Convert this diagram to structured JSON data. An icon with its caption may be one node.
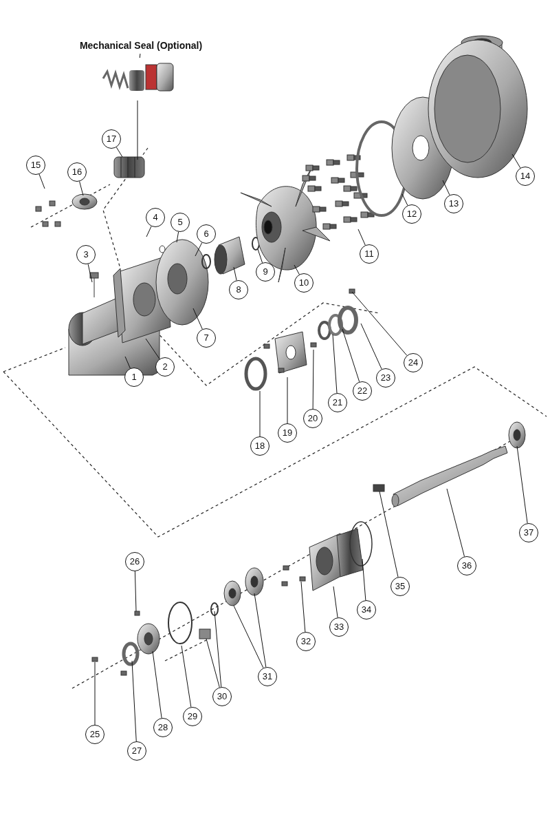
{
  "diagram": {
    "nodes": [
      {
        "text": [
          "Mechanical Seal (Optional)"
        ]
      },
      {
        "text": [],
        "shape": "picture"
      },
      {
        "text": [
          "1"
        ]
      },
      {
        "text": [
          "2"
        ]
      },
      {
        "text": [
          "3"
        ]
      },
      {
        "text": [
          "4"
        ]
      },
      {
        "text": [
          "5"
        ]
      },
      {
        "text": [
          "6"
        ]
      },
      {
        "text": [
          "7"
        ]
      },
      {
        "text": [
          "8"
        ]
      },
      {
        "text": [
          "9"
        ]
      },
      {
        "text": [
          "10"
        ]
      },
      {
        "text": [
          "11"
        ]
      },
      {
        "text": [
          "12"
        ]
      },
      {
        "text": [
          "13"
        ]
      },
      {
        "text": [
          "14"
        ]
      },
      {
        "text": [
          "15"
        ]
      },
      {
        "text": [
          "16"
        ]
      },
      {
        "text": [
          "17"
        ]
      },
      {
        "text": [
          "18"
        ]
      },
      {
        "text": [
          "19"
        ]
      },
      {
        "text": [
          "20"
        ]
      },
      {
        "text": [
          "21"
        ]
      },
      {
        "text": [
          "22"
        ]
      },
      {
        "text": [
          "23"
        ]
      },
      {
        "text": [
          "24"
        ]
      },
      {
        "text": [
          "25"
        ]
      },
      {
        "text": [
          "26"
        ]
      },
      {
        "text": [
          "27"
        ]
      },
      {
        "text": [
          "28"
        ]
      },
      {
        "text": [
          "29"
        ]
      },
      {
        "text": [
          "30"
        ]
      },
      {
        "text": [
          "31"
        ]
      },
      {
        "text": [
          "32"
        ]
      },
      {
        "text": [
          "33"
        ]
      },
      {
        "text": [
          "34"
        ]
      },
      {
        "text": [
          "35"
        ]
      },
      {
        "text": [
          "36"
        ]
      },
      {
        "text": [
          "37"
        ]
      }
    ],
    "edges": [
      {
        "from": 0,
        "to": 1,
        "arrow": "none"
      },
      {
        "from": 1,
        "to": null,
        "arrow": "none"
      },
      {
        "from": 2,
        "to": null,
        "arrow": "none"
      },
      {
        "from": 3,
        "to": null,
        "arrow": "none"
      },
      {
        "from": 4,
        "to": null,
        "arrow": "none"
      },
      {
        "from": 5,
        "to": null,
        "arrow": "none"
      },
      {
        "from": 6,
        "to": null,
        "arrow": "none"
      },
      {
        "from": 7,
        "to": null,
        "arrow": "none"
      },
      {
        "from": 8,
        "to": null,
        "arrow": "none"
      },
      {
        "from": 9,
        "to": null,
        "arrow": "none"
      },
      {
        "from": 10,
        "to": null,
        "arrow": "none"
      },
      {
        "from": 11,
        "to": null,
        "arrow": "none"
      },
      {
        "from": 12,
        "to": null,
        "arrow": "none"
      },
      {
        "from": 13,
        "to": null,
        "arrow": "none"
      },
      {
        "from": 14,
        "to": null,
        "arrow": "none"
      },
      {
        "from": 15,
        "to": null,
        "arrow": "none"
      },
      {
        "from": 16,
        "to": null,
        "arrow": "none"
      },
      {
        "from": 17,
        "to": null,
        "arrow": "none"
      },
      {
        "from": 18,
        "to": null,
        "arrow": "none"
      },
      {
        "from": 19,
        "to": null,
        "arrow": "none"
      },
      {
        "from": 20,
        "to": null,
        "arrow": "none"
      },
      {
        "from": 21,
        "to": null,
        "arrow": "none"
      },
      {
        "from": 22,
        "to": null,
        "arrow": "none"
      },
      {
        "from": 23,
        "to": null,
        "arrow": "none"
      },
      {
        "from": 24,
        "to": null,
        "arrow": "none"
      },
      {
        "from": 25,
        "to": null,
        "arrow": "none"
      },
      {
        "from": 26,
        "to": null,
        "arrow": "none"
      },
      {
        "from": 27,
        "to": null,
        "arrow": "none"
      },
      {
        "from": 28,
        "to": null,
        "arrow": "none"
      },
      {
        "from": 29,
        "to": null,
        "arrow": "none"
      },
      {
        "from": 30,
        "to": null,
        "arrow": "none"
      },
      {
        "from": 31,
        "to": null,
        "arrow": "none"
      },
      {
        "from": 32,
        "to": null,
        "arrow": "none"
      },
      {
        "from": 33,
        "to": null,
        "arrow": "none"
      },
      {
        "from": 34,
        "to": null,
        "arrow": "none"
      },
      {
        "from": 35,
        "to": null,
        "arrow": "none"
      },
      {
        "from": 36,
        "to": null,
        "arrow": "none"
      },
      {
        "from": 37,
        "to": null,
        "arrow": "none"
      },
      {
        "from": 38,
        "to": null,
        "arrow": "none"
      },
      {
        "from": 31,
        "to": null,
        "arrow": "none"
      },
      {
        "from": 32,
        "to": null,
        "arrow": "none"
      }
    ]
  }
}
